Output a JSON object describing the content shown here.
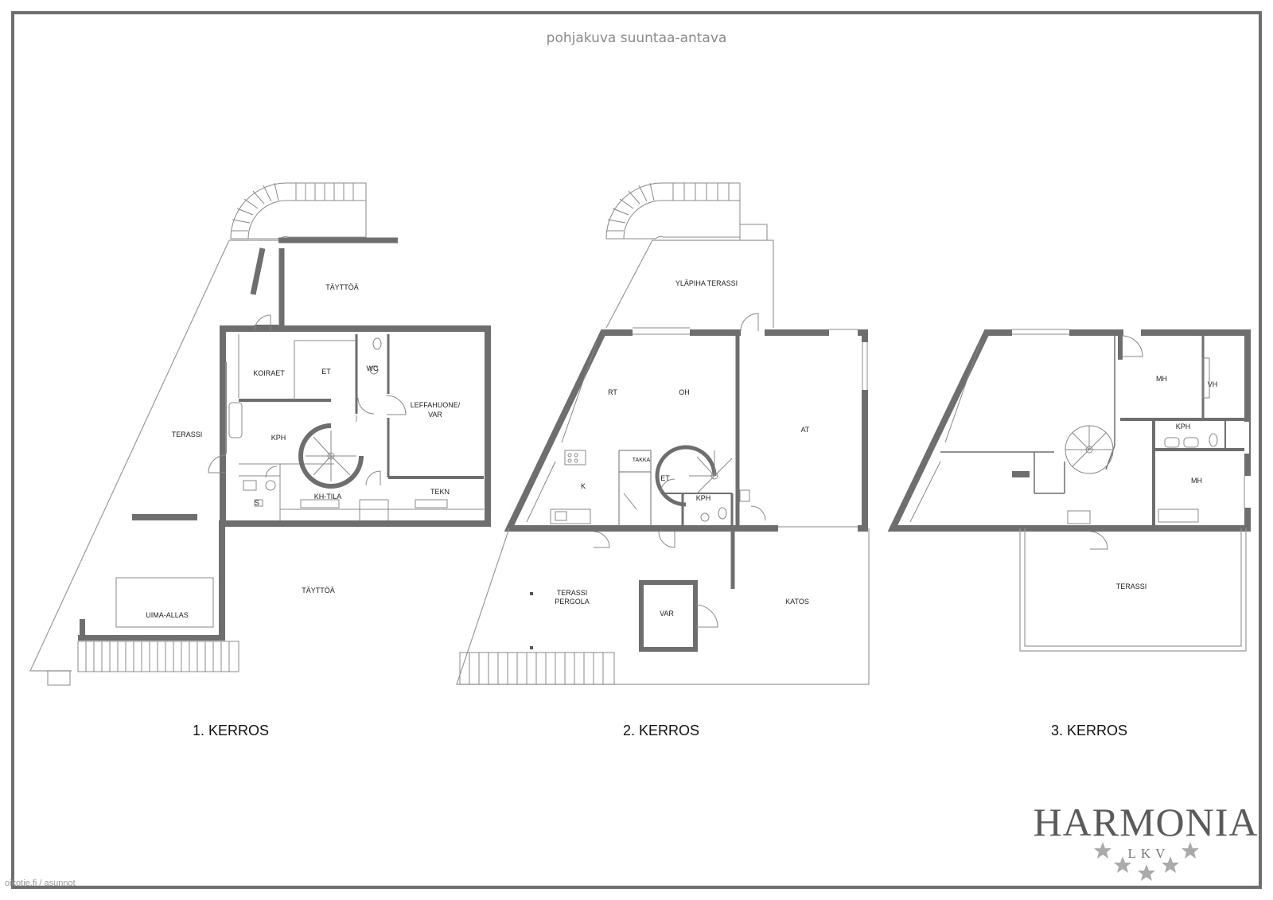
{
  "caption": "pohjakuva suuntaa-antava",
  "floors": [
    {
      "label": "1. KERROS",
      "rooms": {
        "tayttoa_top": "TÄYTTÖÄ",
        "koiraet": "KOIRAET",
        "et": "ET",
        "wc": "WC",
        "leffahuone_1": "LEFFAHUONE/",
        "leffahuone_2": "VAR",
        "terassi": "TERASSI",
        "kph": "KPH",
        "kh_tila": "KH-TILA",
        "tekn": "TEKN",
        "s": "S",
        "tayttoa_bottom": "TÄYTTÖÄ",
        "uima_allas": "UIMA-ALLAS"
      }
    },
    {
      "label": "2. KERROS",
      "rooms": {
        "ylapiha": "YLÄPIHA TERASSI",
        "rt": "RT",
        "oh": "OH",
        "at": "AT",
        "takka": "TAKKA",
        "k": "K",
        "et": "ET",
        "kph": "KPH",
        "terassi_1": "TERASSI",
        "terassi_2": "PERGOLA",
        "var": "VAR",
        "katos": "KATOS"
      }
    },
    {
      "label": "3. KERROS",
      "rooms": {
        "mh_top": "MH",
        "vh": "VH",
        "kph": "KPH",
        "mh_bottom": "MH",
        "terassi": "TERASSI"
      }
    }
  ],
  "logo": {
    "name": "HARMONIA",
    "sub": "LKV"
  },
  "watermark": "oikotie.fi / asunnot"
}
